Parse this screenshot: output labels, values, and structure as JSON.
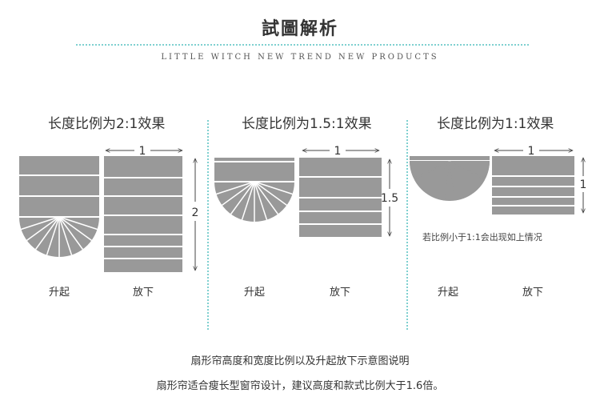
{
  "header": {
    "title": "試圖解析",
    "subtitle": "LITTLE WITCH NEW TREND NEW PRODUCTS"
  },
  "panels": [
    {
      "heading": "长度比例为2:1效果",
      "up_label": "升起",
      "down_label": "放下",
      "width_label": "1",
      "height_label": "2"
    },
    {
      "heading": "长度比例为1.5:1效果",
      "up_label": "升起",
      "down_label": "放下",
      "width_label": "1",
      "height_label": "1.5"
    },
    {
      "heading": "长度比例为1:1效果",
      "up_label": "升起",
      "down_label": "放下",
      "width_label": "1",
      "height_label": "1",
      "note": "若比例小于1:1会出现如上情况"
    }
  ],
  "captions": {
    "line1": "扇形帘高度和宽度比例以及升起放下示意图说明",
    "line2": "扇形帘适合瘦长型窗帘设计，建议高度和款式比例大于1.6倍。"
  },
  "colors": {
    "shade": "#999999",
    "accent_dots": "#7fd0d0"
  }
}
